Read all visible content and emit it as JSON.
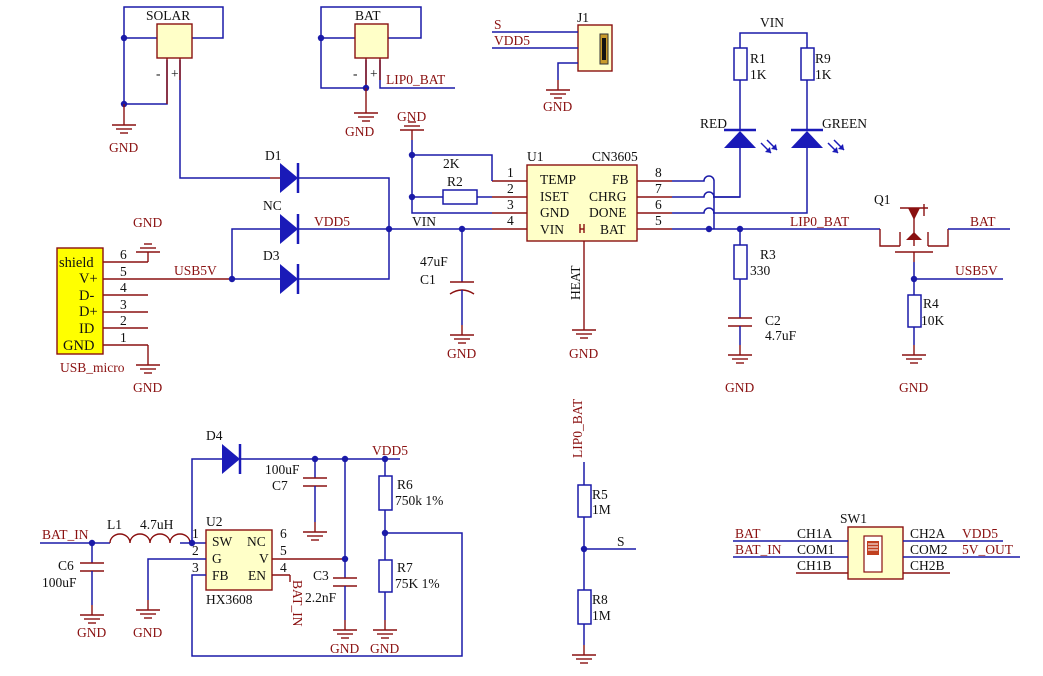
{
  "components": {
    "solar": {
      "ref": "SOLAR",
      "minus": "-",
      "plus": "+"
    },
    "bat_conn": {
      "ref": "BAT",
      "minus": "-",
      "plus": "+"
    },
    "j1": {
      "ref": "J1"
    },
    "u1": {
      "ref": "U1",
      "part": "CN3605",
      "pins_left": [
        {
          "num": "1",
          "name": "TEMP"
        },
        {
          "num": "2",
          "name": "ISET"
        },
        {
          "num": "3",
          "name": "GND"
        },
        {
          "num": "4",
          "name": "VIN"
        }
      ],
      "pins_right": [
        {
          "num": "8",
          "name": "FB"
        },
        {
          "num": "7",
          "name": "CHRG"
        },
        {
          "num": "6",
          "name": "DONE"
        },
        {
          "num": "5",
          "name": "BAT"
        }
      ],
      "heat": "HEAT"
    },
    "usb": {
      "name": "USB_micro",
      "pins": [
        {
          "num": "6",
          "name": "shield"
        },
        {
          "num": "5",
          "name": "V+"
        },
        {
          "num": "4",
          "name": "D-"
        },
        {
          "num": "3",
          "name": "D+"
        },
        {
          "num": "2",
          "name": "ID"
        },
        {
          "num": "1",
          "name": "GND"
        }
      ]
    },
    "d1": {
      "ref": "D1"
    },
    "nc": {
      "ref": "NC"
    },
    "d3": {
      "ref": "D3"
    },
    "d4": {
      "ref": "D4"
    },
    "r1": {
      "ref": "R1",
      "value": "1K"
    },
    "r9": {
      "ref": "R9",
      "value": "1K"
    },
    "r2": {
      "ref": "R2",
      "value": "2K"
    },
    "r3": {
      "ref": "R3",
      "value": "330"
    },
    "r4": {
      "ref": "R4",
      "value": "10K"
    },
    "r5": {
      "ref": "R5",
      "value": "1M"
    },
    "r6": {
      "ref": "R6",
      "value": "750k 1%"
    },
    "r7": {
      "ref": "R7",
      "value": "75K 1%"
    },
    "r8": {
      "ref": "R8",
      "value": "1M"
    },
    "c1": {
      "ref": "C1",
      "value": "47uF"
    },
    "c2": {
      "ref": "C2",
      "value": "4.7uF"
    },
    "c3": {
      "ref": "C3",
      "value": "2.2nF"
    },
    "c6": {
      "ref": "C6",
      "value": "100uF"
    },
    "c7": {
      "ref": "C7",
      "value": "100uF"
    },
    "l1": {
      "ref": "L1",
      "value": "4.7uH"
    },
    "led_red": {
      "label": "RED"
    },
    "led_green": {
      "label": "GREEN"
    },
    "q1": {
      "ref": "Q1"
    },
    "u2": {
      "ref": "U2",
      "part": "HX3608",
      "pins_left": [
        {
          "num": "1",
          "name": "SW"
        },
        {
          "num": "2",
          "name": "G"
        },
        {
          "num": "3",
          "name": "FB"
        }
      ],
      "pins_right": [
        {
          "num": "6",
          "name": "NC"
        },
        {
          "num": "5",
          "name": "V"
        },
        {
          "num": "4",
          "name": "EN"
        }
      ]
    },
    "sw1": {
      "ref": "SW1",
      "left": [
        "CH1A",
        "COM1",
        "CH1B"
      ],
      "right": [
        "CH2A",
        "COM2",
        "CH2B"
      ]
    }
  },
  "nets": {
    "gnd": "GND",
    "vin": "VIN",
    "vdd5": "VDD5",
    "usb5v": "USB5V",
    "lipo_bat": "LIP0_BAT",
    "bat": "BAT",
    "bat_in": "BAT_IN",
    "s": "S",
    "out5v": "5V_OUT"
  }
}
